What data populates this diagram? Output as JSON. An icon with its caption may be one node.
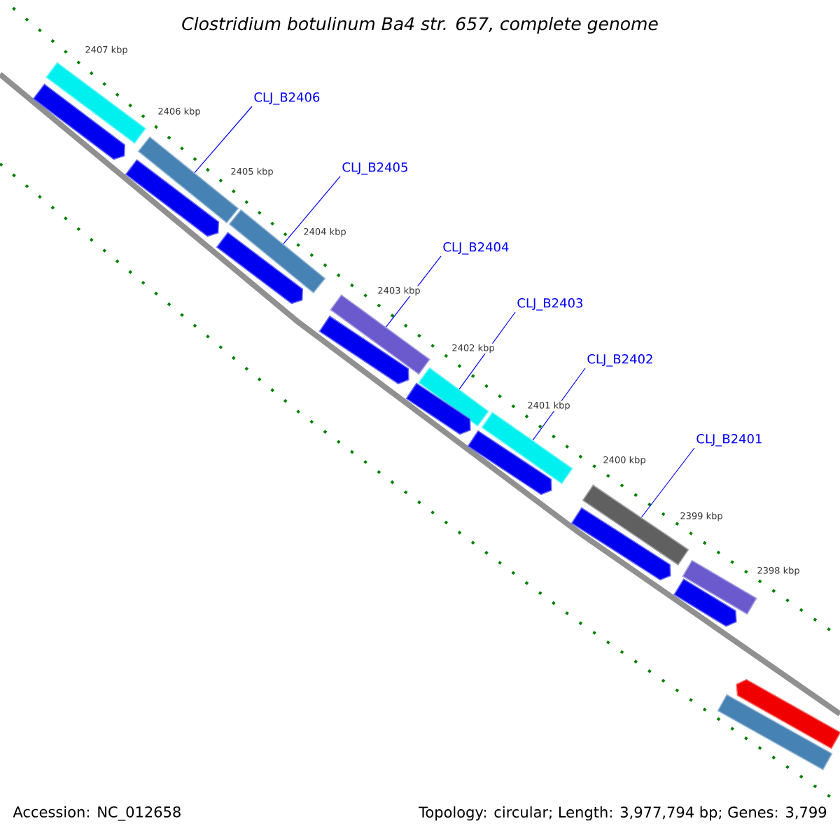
{
  "diagram": {
    "title": "Clostridium botulinum Ba4 str. 657, complete genome",
    "nodes": [
      {
        "text": [
          "CLJ_B2406"
        ]
      },
      {
        "text": [
          "CLJ_B2405"
        ]
      },
      {
        "text": [
          "CLJ_B2404"
        ]
      },
      {
        "text": [
          "CLJ_B2403"
        ]
      },
      {
        "text": [
          "CLJ_B2402"
        ]
      },
      {
        "text": [
          "CLJ_B2401"
        ]
      },
      {
        "text": [],
        "shape": "bar"
      },
      {
        "text": [],
        "shape": "bar"
      },
      {
        "text": [],
        "shape": "bar"
      },
      {
        "text": [],
        "shape": "bar"
      },
      {
        "text": [],
        "shape": "bar"
      },
      {
        "text": [],
        "shape": "bar"
      },
      {
        "text": [],
        "shape": "bar"
      },
      {
        "text": [],
        "shape": "bar"
      },
      {
        "text": [],
        "shape": "bar"
      },
      {
        "text": [],
        "shape": "bar"
      },
      {
        "text": [],
        "shape": "bar"
      },
      {
        "text": [],
        "shape": "bar"
      },
      {
        "text": [],
        "shape": "bar"
      },
      {
        "text": [],
        "shape": "bar"
      },
      {
        "text": [],
        "shape": "bar"
      },
      {
        "text": [],
        "shape": "bar"
      },
      {
        "text": [],
        "shape": "bar"
      },
      {
        "text": [],
        "shape": "bar"
      }
    ],
    "edges": [
      {
        "from": 0,
        "to": 7,
        "arrow": "none"
      },
      {
        "from": 1,
        "to": 8,
        "arrow": "none"
      },
      {
        "from": 2,
        "to": 9,
        "arrow": "none"
      },
      {
        "from": 3,
        "to": 10,
        "arrow": "none"
      },
      {
        "from": 4,
        "to": 11,
        "arrow": "none"
      },
      {
        "from": 5,
        "to": 12,
        "arrow": "none"
      }
    ],
    "labels": [
      "2407 kbp",
      "2406 kbp",
      "2405 kbp",
      "2404 kbp",
      "2403 kbp",
      "2402 kbp",
      "2401 kbp",
      "2400 kbp",
      "2399 kbp",
      "2398 kbp",
      "Accession: NC_012658",
      "Topology: circular; Length: 3,977,794 bp; Genes: 3,799"
    ]
  }
}
